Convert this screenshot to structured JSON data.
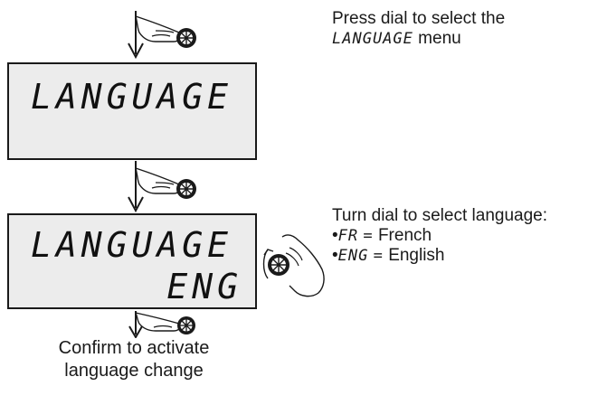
{
  "step1": {
    "note_line1": "Press dial to select the",
    "note_code": "LANGUAGE",
    "note_suffix": "menu"
  },
  "display1": {
    "line1": "LANGUAGE"
  },
  "display2": {
    "line1": "LANGUAGE",
    "line2": "ENG"
  },
  "step2": {
    "note_title": "Turn dial to select language:",
    "options": [
      {
        "code": "FR",
        "sep": "=",
        "label": "French"
      },
      {
        "code": "ENG",
        "sep": "=",
        "label": "English"
      }
    ]
  },
  "step3": {
    "caption_line1": "Confirm to activate",
    "caption_line2": "language change"
  },
  "icons": [
    "press-dial-icon",
    "turn-dial-icon",
    "down-arrow-icon"
  ]
}
